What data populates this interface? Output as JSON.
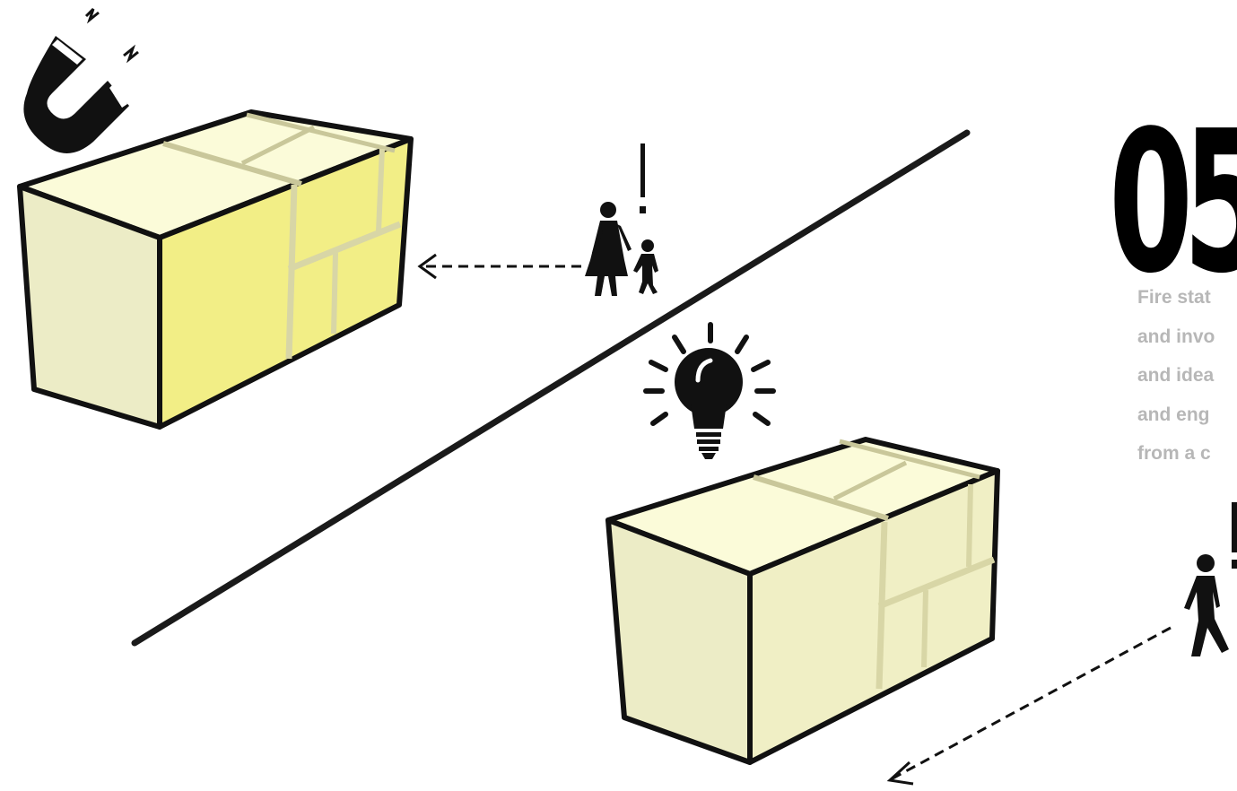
{
  "number_label": "05",
  "caption_lines": [
    "Fire stat",
    "and invo",
    "and idea",
    "and eng",
    "from a c"
  ],
  "colors": {
    "box_top": "#fbfbd9",
    "box_left": "#ececc6",
    "box_front_highlight": "#f2ee86",
    "box_front_plain": "#f0efc5",
    "outline": "#111111",
    "caption": "#b7b7b7"
  },
  "icons": [
    "magnet-icon",
    "lightbulb-icon",
    "exclamation-icon",
    "woman-icon",
    "child-icon",
    "walking-person-icon",
    "arrow-left-icon"
  ]
}
